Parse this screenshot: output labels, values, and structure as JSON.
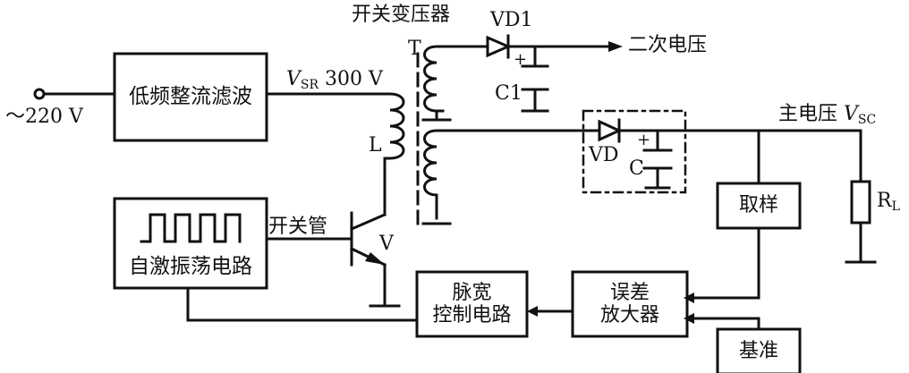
{
  "input_label": "～220 V",
  "blocks": {
    "rectifier": "低频整流滤波",
    "oscillator": "自激振荡电路",
    "pwm": [
      "脉宽",
      "控制电路"
    ],
    "error_amp": [
      "误差",
      "放大器"
    ],
    "sampling": "取样",
    "reference": "基准"
  },
  "labels": {
    "vsr_v": "V",
    "vsr_sub": "SR",
    "vsr_value": "300 V",
    "transformer": "开关变压器",
    "transformer_ref": "T",
    "vd1": "VD1",
    "c1": "C1",
    "secondary_voltage": "二次电压",
    "main_voltage": "主电压",
    "vsc_v": "V",
    "vsc_sub": "SC",
    "inductor": "L",
    "vd": "VD",
    "c": "C",
    "plus1": "+",
    "plus2": "+",
    "switch_tube": "开关管",
    "transistor": "V",
    "rl_r": "R",
    "rl_sub": "L"
  }
}
